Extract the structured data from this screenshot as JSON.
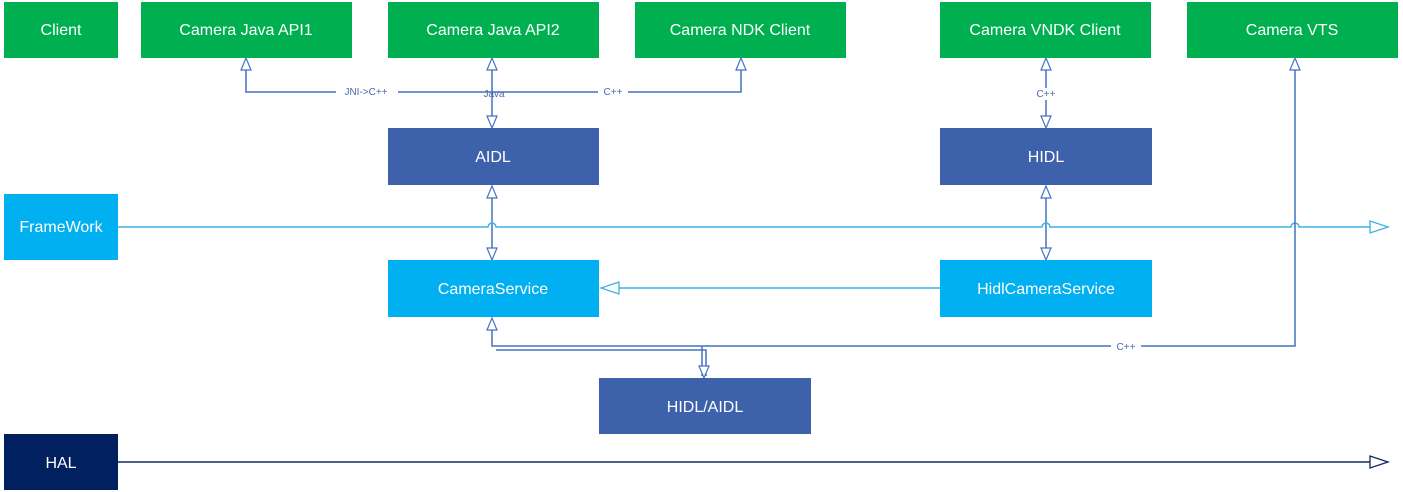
{
  "colors": {
    "client_green": "#00b050",
    "aidl_blue": "#3d61aa",
    "framework_cyan": "#00b0f0",
    "hal_navy": "#002060",
    "connector": "#4472c4",
    "framework_line": "#3fb0e8",
    "hal_line": "#0f2a5c"
  },
  "nodes": {
    "client": "Client",
    "camera_java_api1": "Camera Java API1",
    "camera_java_api2": "Camera Java API2",
    "camera_ndk_client": "Camera NDK Client",
    "camera_vndk_client": "Camera VNDK Client",
    "camera_vts": "Camera VTS",
    "aidl": "AIDL",
    "hidl": "HIDL",
    "framework": "FrameWork",
    "camera_service": "CameraService",
    "hidl_camera_service": "HidlCameraService",
    "hidl_aidl": "HIDL/AIDL",
    "hal": "HAL"
  },
  "edge_labels": {
    "jni_cpp": "JNI->C++",
    "java": "Java",
    "cpp_ndk": "C++",
    "cpp_vndk": "C++",
    "cpp_vts": "C++"
  }
}
